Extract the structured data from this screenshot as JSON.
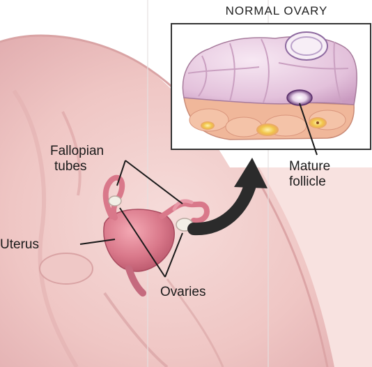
{
  "diagram": {
    "inset_title": "NORMAL OVARY",
    "labels": {
      "fallopian_line1": "Fallopian",
      "fallopian_line2": "tubes",
      "uterus": "Uterus",
      "ovaries": "Ovaries",
      "mature_line1": "Mature",
      "mature_line2": "follicle"
    }
  },
  "colors": {
    "skin": "#f3d3d0",
    "skin_shadow": "#dca5a6",
    "uterus": "#d9788a",
    "ovary_tissue": "#e7c6df",
    "stroma": "#f0b79a",
    "follicle_yellow": "#f1c54a",
    "arrow": "#2b2b2b",
    "leader_line": "#1a1a1a"
  }
}
